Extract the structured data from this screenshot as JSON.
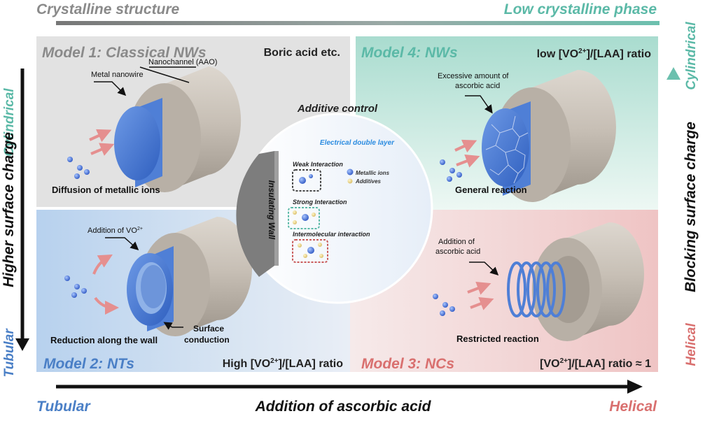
{
  "top_axis": {
    "left": "Crystalline structure",
    "right": "Low crystalline phase"
  },
  "left_axis": {
    "title": "Higher surface charge",
    "top": "Cylindrical",
    "bottom": "Tubular"
  },
  "right_axis": {
    "title": "Blocking surface charge",
    "top": "Cylindrical",
    "bottom": "Helical"
  },
  "bottom_axis": {
    "left": "Tubular",
    "title": "Addition of ascorbic acid",
    "right": "Helical"
  },
  "model1": {
    "title": "Model 1: Classical NWs",
    "condition": "Boric acid etc.",
    "label_channel": "Nanochannel (AAO)",
    "label_wire": "Metal nanowire",
    "caption": "Diffusion of metallic ions"
  },
  "model2": {
    "title": "Model 2: NTs",
    "condition_pre": "High [VO",
    "condition_sup": "2+",
    "condition_post": "]/[LAA] ratio",
    "label_add_pre": "Addition of VO",
    "label_add_sup": "2+",
    "caption": "Reduction along the wall",
    "label_surface_1": "Surface",
    "label_surface_2": "conduction"
  },
  "model3": {
    "title": "Model 3: NCs",
    "condition_pre": "[VO",
    "condition_sup": "2+",
    "condition_post": "]/[LAA] ratio ≈ 1",
    "label_add_1": "Addition of",
    "label_add_2": "ascorbic acid",
    "caption": "Restricted reaction"
  },
  "model4": {
    "title": "Model 4: NWs",
    "condition_pre": "low [VO",
    "condition_sup": "2+",
    "condition_post": "]/[LAA] ratio",
    "label_excess_1": "Excessive amount of",
    "label_excess_2": "ascorbic acid",
    "caption": "General reaction"
  },
  "center": {
    "title": "Additive control",
    "edl": "Electrical double layer",
    "wall": "Insulating Wall",
    "weak": "Weak Interaction",
    "strong": "Strong Interaction",
    "inter": "Intermolecular interaction",
    "legend_ions": "Metallic ions",
    "legend_additives": "Additives"
  },
  "colors": {
    "gray_title": "#8a8a8a",
    "teal": "#5bb9a7",
    "blue": "#4a7fc6",
    "red": "#d9706f",
    "nano_blue": "#3f74cf",
    "shell": "#cbc4bb"
  }
}
